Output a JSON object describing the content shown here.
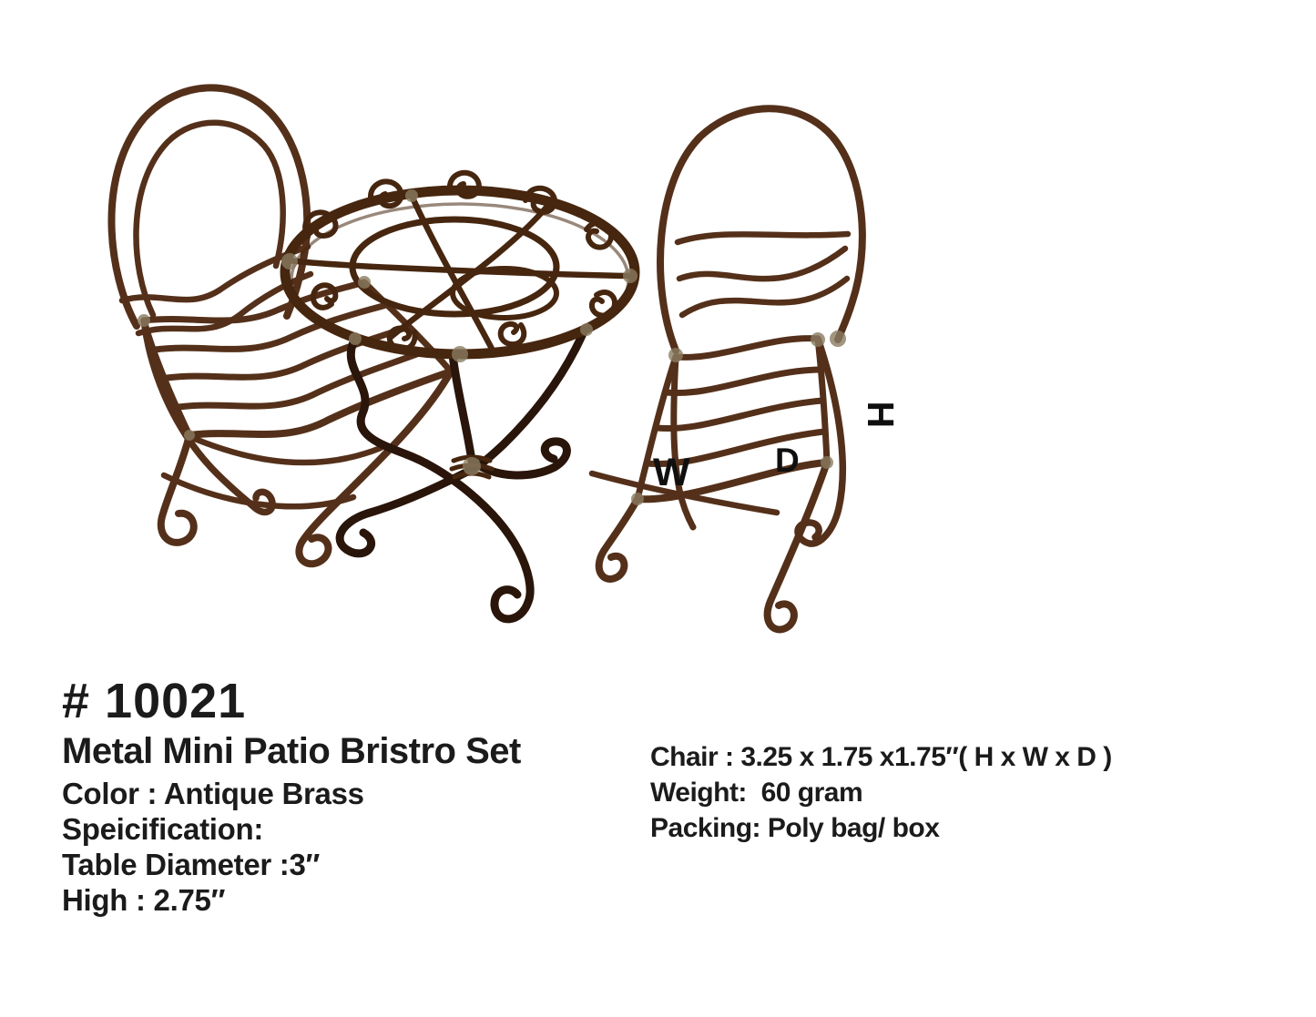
{
  "details": {
    "item_number": "# 10021",
    "title": "Metal Mini Patio Bristro Set",
    "left_specs": [
      "Color : Antique Brass",
      "Speicification:",
      "Table Diameter :3″",
      "High : 2.75″"
    ],
    "right_specs": [
      "Chair : 3.25 x 1.75 x1.75″( H x W x D )",
      "Weight:  60 gram",
      "Packing: Poly bag/ box"
    ]
  },
  "photo": {
    "description": "Antique brass wire mini bistro set: two chairs and a round scrollwork table",
    "labels": {
      "height": "H",
      "width": "W",
      "depth": "D"
    },
    "colors": {
      "wire": "#54301a",
      "wire_mid": "#46260f",
      "wire_dark": "#2a150a",
      "joint": "#8a7c61",
      "text": "#1b1b1b"
    }
  }
}
